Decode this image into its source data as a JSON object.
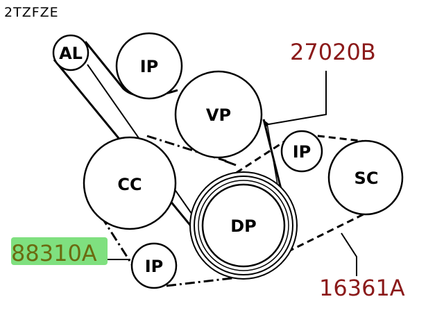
{
  "diagram": {
    "engine_code": "2TZFZE",
    "pulleys": {
      "al": "AL",
      "ip_top": "IP",
      "vp": "VP",
      "ip_right": "IP",
      "sc": "SC",
      "cc": "CC",
      "dp": "DP",
      "ip_bottom": "IP"
    },
    "parts": {
      "fan_belt": "27020B",
      "idler_pulley": "88310A",
      "v_ribbed_belt": "16361A"
    },
    "colors": {
      "part_label": "#8b1a1a",
      "part_label_highlighted": "#6b6b10",
      "highlight": "#7fe07f",
      "line": "#000000"
    }
  }
}
